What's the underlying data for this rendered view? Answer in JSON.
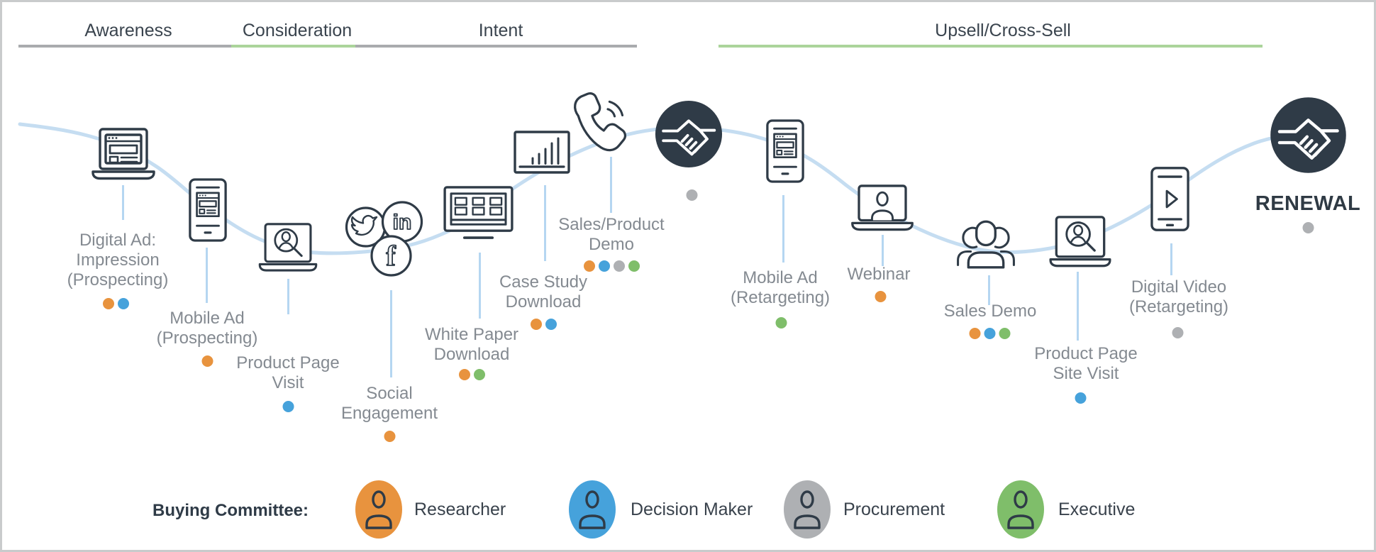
{
  "stages": {
    "items": [
      {
        "label": "Awareness",
        "underline": "gray"
      },
      {
        "label": "Consideration",
        "underline": "green"
      },
      {
        "label": "Intent",
        "underline": "gray"
      },
      {
        "label": "Upsell/Cross-Sell",
        "underline": "green"
      }
    ]
  },
  "journey": {
    "touchpoints": [
      {
        "label": "Digital Ad:\nImpression\n(Prospecting)",
        "icon": "laptop-browser-icon",
        "committee": [
          "researcher",
          "decision_maker"
        ]
      },
      {
        "label": "Mobile Ad\n(Prospecting)",
        "icon": "phone-browser-icon",
        "committee": [
          "researcher"
        ]
      },
      {
        "label": "Product Page\nVisit",
        "icon": "laptop-search-icon",
        "committee": [
          "decision_maker"
        ]
      },
      {
        "label": "Social\nEngagement",
        "icon": "social-networks-icon",
        "committee": [
          "researcher"
        ]
      },
      {
        "label": "White Paper\nDownload",
        "icon": "monitor-grid-icon",
        "committee": [
          "researcher",
          "executive"
        ]
      },
      {
        "label": "Case Study\nDownload",
        "icon": "bar-chart-icon",
        "committee": [
          "researcher",
          "decision_maker"
        ]
      },
      {
        "label": "Sales/Product\nDemo",
        "icon": "phone-call-icon",
        "committee": [
          "researcher",
          "decision_maker",
          "procurement",
          "executive"
        ]
      },
      {
        "label": "Mobile Ad\n(Retargeting)",
        "icon": "phone-browser-icon",
        "committee": [
          "executive"
        ]
      },
      {
        "label": "Webinar",
        "icon": "laptop-person-icon",
        "committee": [
          "researcher"
        ]
      },
      {
        "label": "Sales Demo",
        "icon": "people-group-icon",
        "committee": [
          "researcher",
          "decision_maker",
          "executive"
        ]
      },
      {
        "label": "Product Page\nSite Visit",
        "icon": "laptop-search-icon",
        "committee": [
          "decision_maker"
        ]
      },
      {
        "label": "Digital Video\n(Retargeting)",
        "icon": "phone-video-icon",
        "committee": [
          "procurement"
        ]
      }
    ],
    "milestones": [
      {
        "label": "",
        "icon": "handshake-icon",
        "committee": [
          "procurement"
        ]
      },
      {
        "label": "RENEWAL",
        "icon": "handshake-icon",
        "committee": [
          "procurement"
        ]
      }
    ]
  },
  "legend": {
    "title": "Buying Committee:",
    "colors": {
      "researcher": "#e8933e",
      "decision_maker": "#46a2db",
      "procurement": "#aeb0b3",
      "executive": "#7fbe6a"
    },
    "items": [
      {
        "key": "researcher",
        "label": "Researcher"
      },
      {
        "key": "decision_maker",
        "label": "Decision Maker"
      },
      {
        "key": "procurement",
        "label": "Procurement"
      },
      {
        "key": "executive",
        "label": "Executive"
      }
    ]
  },
  "colors": {
    "journey_curve": "#c5ddf1",
    "stem": "#b5d6f1",
    "icon_dark": "#2f3b47",
    "label_gray": "#848a91",
    "stage_bar_gray": "#a9abae",
    "stage_bar_green": "#abd49b",
    "milestone_circle_bg": "#2f3b47"
  }
}
